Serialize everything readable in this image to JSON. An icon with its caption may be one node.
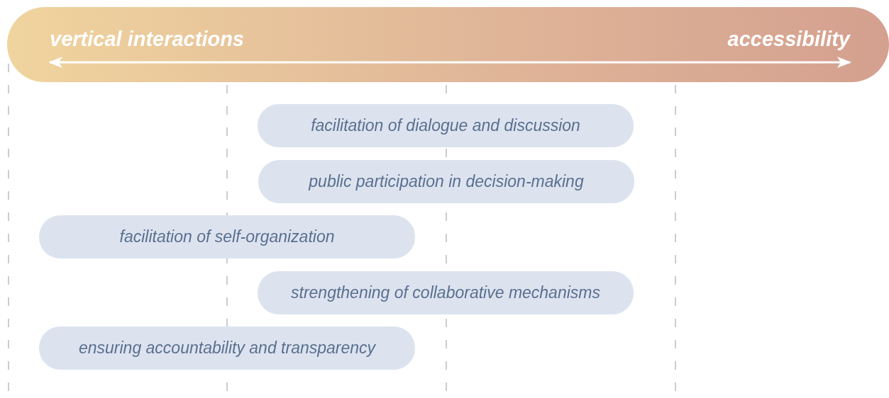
{
  "diagram": {
    "nodes": [
      {
        "text": [
          "vertical interactions",
          "accessibility"
        ]
      },
      {
        "text": [
          "facilitation of dialogue and discussion"
        ]
      },
      {
        "text": [
          "public participation in decision-making"
        ]
      },
      {
        "text": [
          "facilitation of self-organization"
        ]
      },
      {
        "text": [
          "strengthening of collaborative mechanisms"
        ]
      },
      {
        "text": [
          "ensuring accountability and transparency"
        ]
      }
    ]
  }
}
